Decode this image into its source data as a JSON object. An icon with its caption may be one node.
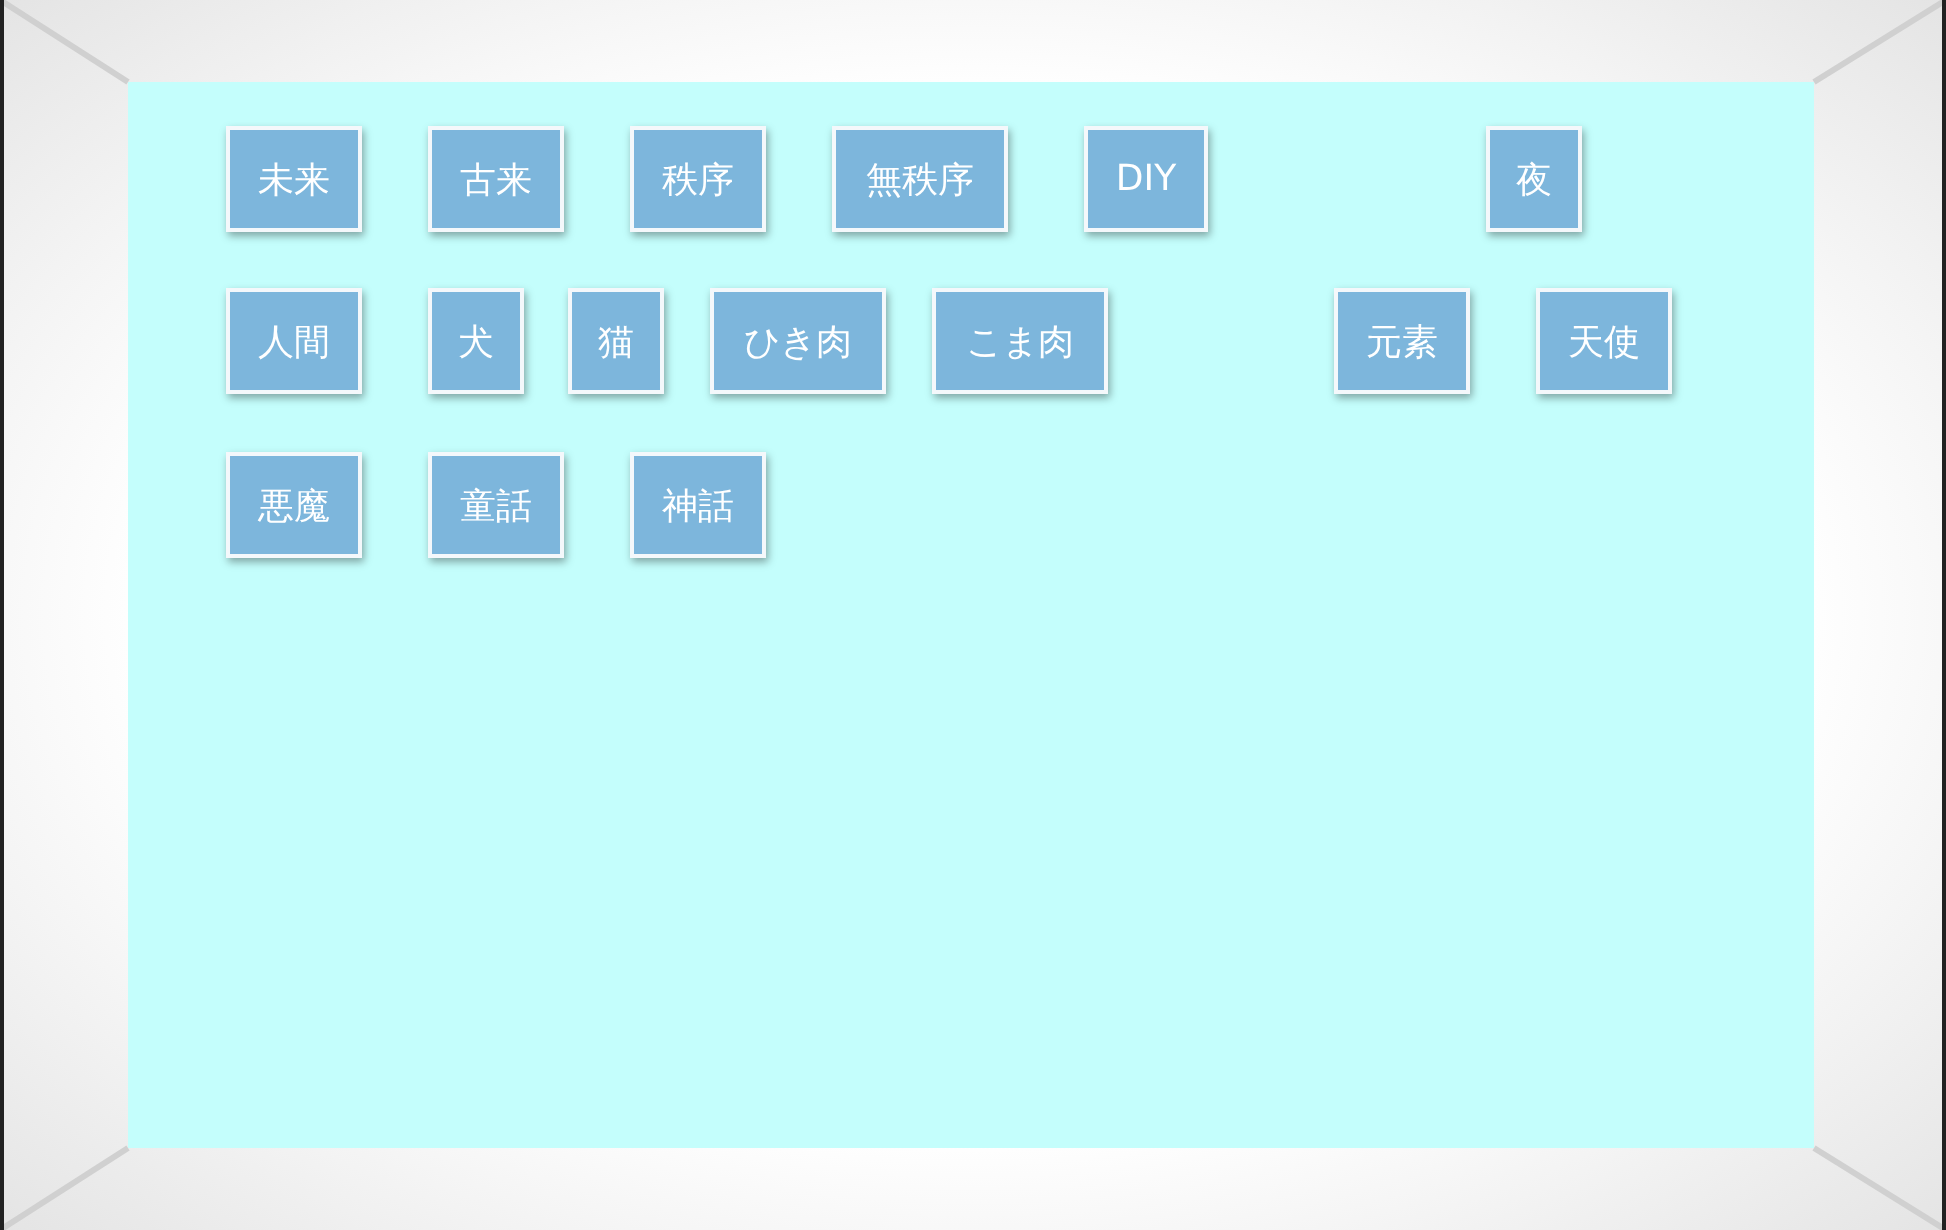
{
  "diagram": {
    "nodes": [
      {
        "text": [
          "未来"
        ]
      },
      {
        "text": [
          "古来"
        ]
      },
      {
        "text": [
          "秩序"
        ]
      },
      {
        "text": [
          "無秩序"
        ]
      },
      {
        "text": [
          "DIY"
        ]
      },
      {
        "text": [
          "夜"
        ]
      },
      {
        "text": [
          "人間"
        ]
      },
      {
        "text": [
          "犬"
        ]
      },
      {
        "text": [
          "猫"
        ]
      },
      {
        "text": [
          "ひき肉"
        ]
      },
      {
        "text": [
          "こま肉"
        ]
      },
      {
        "text": [
          "元素"
        ]
      },
      {
        "text": [
          "天使"
        ]
      },
      {
        "text": [
          "悪魔"
        ]
      },
      {
        "text": [
          "童話"
        ]
      },
      {
        "text": [
          "神話"
        ]
      }
    ]
  }
}
